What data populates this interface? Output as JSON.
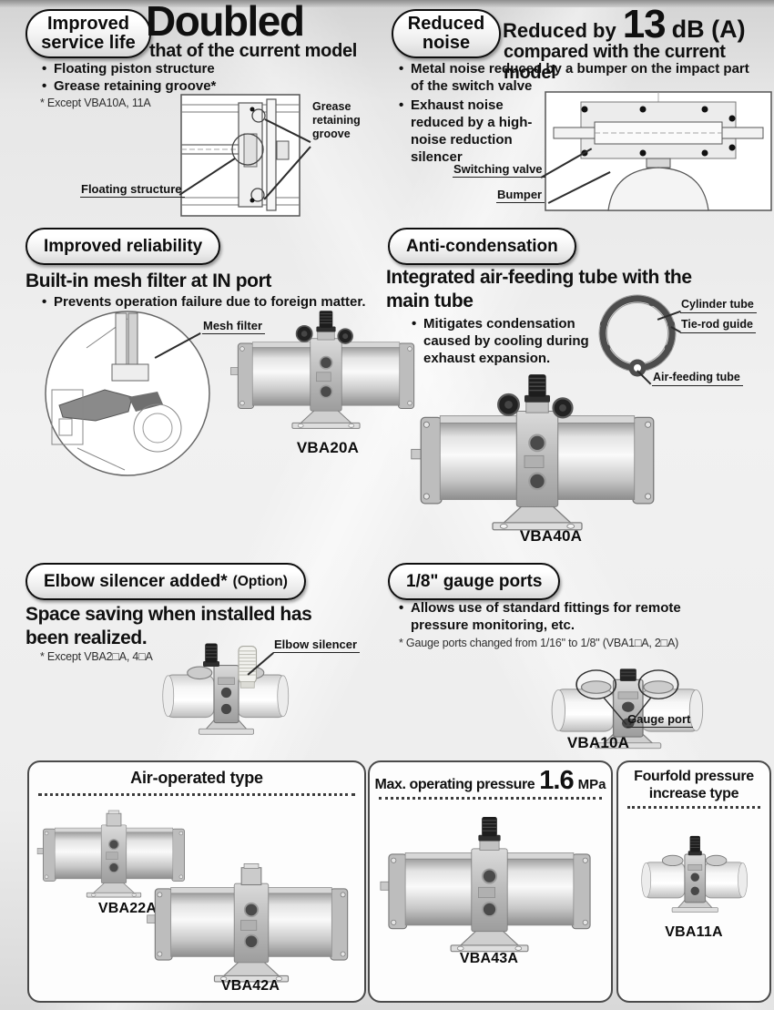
{
  "page": {
    "service_life": {
      "badge_lines": [
        "Improved",
        "service life"
      ],
      "title_big": "Doubled",
      "title_sub": "that of the current model",
      "bullet1": "Floating piston structure",
      "bullet2": "Grease retaining groove*",
      "note": "* Except VBA10A, 11A",
      "label_grease": "Grease retaining groove",
      "label_floating": "Floating structure"
    },
    "reduced_noise": {
      "badge_lines": [
        "Reduced",
        "noise"
      ],
      "title_pre": "Reduced by",
      "title_big": "13",
      "title_unit": "dB (A)",
      "title_sub": "compared with the current model",
      "bullet1_lines": [
        "Metal noise reduced by a bumper on the impact part",
        "of the switch valve"
      ],
      "bullet2_lines": [
        "Exhaust noise",
        "reduced by a high-",
        "noise reduction",
        "silencer"
      ],
      "label_switching": "Switching valve",
      "label_bumper": "Bumper"
    },
    "reliability": {
      "badge": "Improved reliability",
      "heading": "Built-in mesh filter at IN port",
      "bullet": "Prevents operation failure due to foreign matter.",
      "label_mesh": "Mesh filter",
      "product": "VBA20A"
    },
    "anti_condensation": {
      "badge": "Anti-condensation",
      "heading_lines": [
        "Integrated air-feeding tube with the",
        "main tube"
      ],
      "bullet_lines": [
        "Mitigates condensation",
        "caused by cooling during",
        "exhaust expansion."
      ],
      "label_cylinder": "Cylinder tube",
      "label_tierod": "Tie-rod guide",
      "label_airfeed": "Air-feeding tube",
      "product": "VBA40A"
    },
    "elbow": {
      "badge_main": "Elbow silencer added*",
      "badge_option": "(Option)",
      "heading_lines": [
        "Space saving when installed has",
        "been realized."
      ],
      "note": "* Except VBA2□A, 4□A",
      "label_silencer": "Elbow silencer"
    },
    "gauge_ports": {
      "badge": "1/8\" gauge ports",
      "bullet_lines": [
        "Allows use of standard fittings for remote",
        "pressure monitoring, etc."
      ],
      "note": "* Gauge ports changed from 1/16\" to 1/8\" (VBA1□A, 2□A)",
      "label_gauge": "Gauge port",
      "product": "VBA10A"
    },
    "boxes": {
      "air_operated": {
        "title": "Air-operated type",
        "product1": "VBA22A",
        "product2": "VBA42A"
      },
      "pressure": {
        "title": "Max. operating pressure",
        "value": "1.6",
        "unit": "MPa",
        "product": "VBA43A"
      },
      "fourfold": {
        "title_lines": [
          "Fourfold pressure",
          "increase type"
        ],
        "product": "VBA11A"
      }
    }
  }
}
